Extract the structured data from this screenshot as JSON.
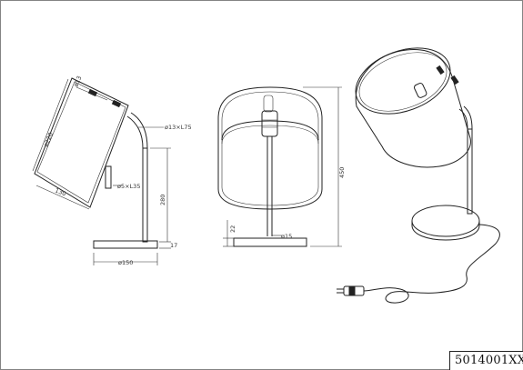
{
  "drawing": {
    "product_code": "5014001XX",
    "side_view": {
      "shade_diameter": "ø220",
      "shade_height": "130",
      "tube": "ø13",
      "arm": "ø13×L75",
      "stem": "ø5×L35",
      "stand_height": "280",
      "base_height": "17",
      "base_diameter": "ø150"
    },
    "front_view": {
      "total_height": "450",
      "base_height": "22",
      "stem_diameter": "ø15"
    }
  }
}
